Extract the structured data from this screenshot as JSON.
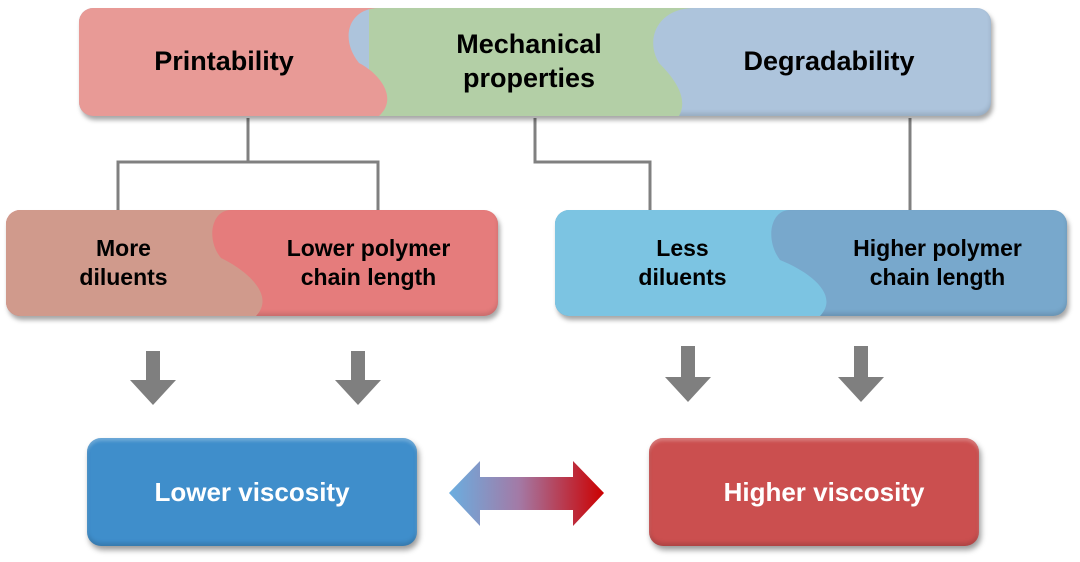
{
  "top_bar": {
    "segments": [
      {
        "label": "Printability",
        "color": "#e89a96"
      },
      {
        "label": "Mechanical properties",
        "line1": "Mechanical",
        "line2": "properties",
        "color": "#b3cfa6"
      },
      {
        "label": "Degradability",
        "color": "#adc4dc"
      }
    ]
  },
  "left_group": {
    "segments": [
      {
        "label": "More diluents",
        "line1": "More",
        "line2": "diluents",
        "color": "#d09a8c"
      },
      {
        "label": "Lower polymer chain length",
        "line1": "Lower polymer",
        "line2": "chain length",
        "color": "#e57c7c"
      }
    ]
  },
  "right_group": {
    "segments": [
      {
        "label": "Less diluents",
        "line1": "Less",
        "line2": "diluents",
        "color": "#7cc4e2"
      },
      {
        "label": "Higher polymer chain length",
        "line1": "Higher polymer",
        "line2": "chain length",
        "color": "#78a8cc"
      }
    ]
  },
  "outcomes": {
    "low": {
      "label": "Lower viscosity",
      "color": "#3f8ecb"
    },
    "high": {
      "label": "Higher viscosity",
      "color": "#cb4f4f"
    }
  },
  "colors": {
    "connector": "#808080",
    "arrow": "#7f7f7f",
    "double_arrow_start": "#6aaee0",
    "double_arrow_end": "#cc0000"
  }
}
